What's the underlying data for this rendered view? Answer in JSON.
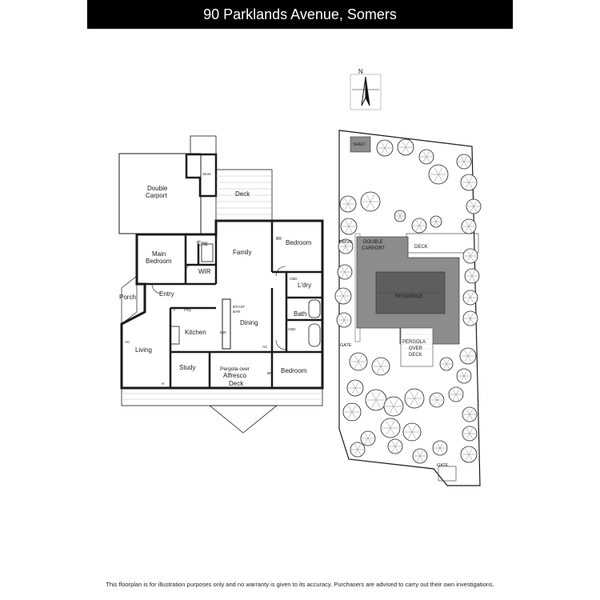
{
  "header": {
    "title": "90 Parklands Avenue, Somers"
  },
  "footer": {
    "disclaimer": "This floorplan is for illustration purposes only and no warranty is given to its accuracy. Purchasers are advised to carry out their own investigations."
  },
  "compass": {
    "label": "N"
  },
  "floorplan": {
    "rooms": {
      "double_carport_1": "Double",
      "double_carport_2": "Carport",
      "store": "Store",
      "deck": "Deck",
      "family": "Family",
      "bedroom_top": "Bedroom",
      "br_top": "BR",
      "main_bedroom_1": "Main",
      "main_bedroom_2": "Bedroom",
      "ens": "Ens",
      "wir": "WIR",
      "cbd_top": "CBD",
      "ldry": "L'dry",
      "porch": "Porch",
      "entry": "Entry",
      "fridge": "F",
      "pantry": "P'try",
      "bfast_1": "B'FAST",
      "bfast_2": "BAR",
      "bath": "Bath",
      "cbd_mid": "CBD",
      "kitchen": "Kitchen",
      "dw": "DW",
      "dining": "Dining",
      "ac_left": "AC",
      "living": "Living",
      "ac_mid": "AC",
      "study": "Study",
      "h": "H",
      "alfresco_1": "Pergola over",
      "alfresco_2": "Alfresco",
      "alfresco_3": "Deck",
      "br_bottom": "BR",
      "bedroom_bottom": "Bedroom"
    }
  },
  "siteplan": {
    "labels": {
      "shed": "SHED",
      "drive": "DRIVE",
      "carport_1": "DOUBLE",
      "carport_2": "CARPORT",
      "deck": "DECK",
      "residence": "RESIDENCE",
      "gate_left": "GATE",
      "pergola_1": "PERGOLA",
      "pergola_2": "OVER",
      "pergola_3": "DECK",
      "gate_bottom": "GATE"
    },
    "colors": {
      "building": "#8c8c8c",
      "residence_roof": "#5e5e5e"
    }
  }
}
